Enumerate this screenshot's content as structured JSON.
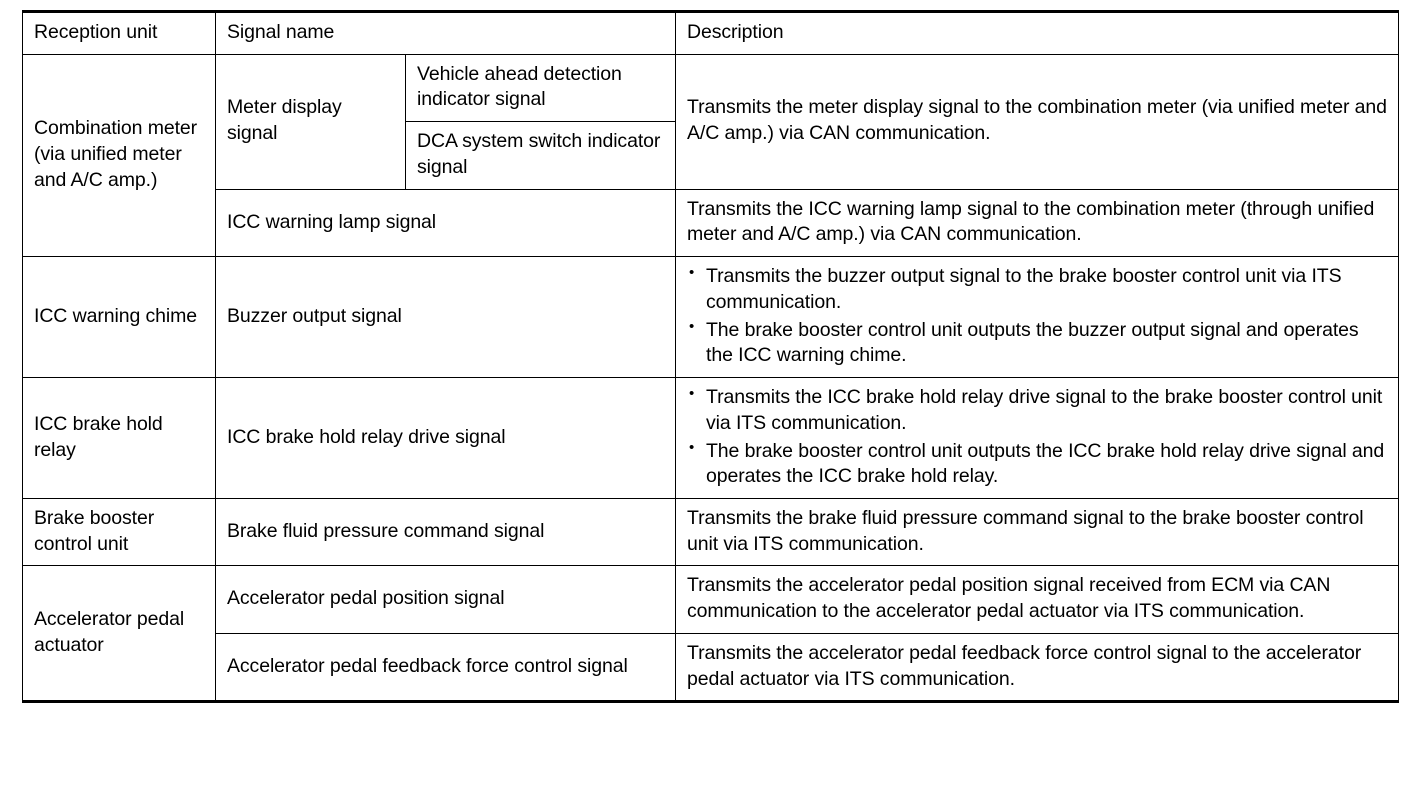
{
  "table": {
    "headers": {
      "reception_unit": "Reception unit",
      "signal_name": "Signal name",
      "description": "Description"
    },
    "rows": [
      {
        "unit": "Combination meter (via unified meter and A/C amp.)",
        "signals": [
          {
            "group": "Meter display signal",
            "sub": "Vehicle ahead detection indicator signal",
            "description": "Transmits the meter display signal to the combination meter (via unified meter and A/C amp.) via CAN communication."
          },
          {
            "group": "Meter display signal",
            "sub": "DCA system switch indicator signal"
          },
          {
            "name": "ICC warning lamp signal",
            "description": "Transmits the ICC warning lamp signal to the combination meter (through unified meter and A/C amp.) via CAN communication."
          }
        ]
      },
      {
        "unit": "ICC warning chime",
        "signals": [
          {
            "name": "Buzzer output signal",
            "bullets": [
              "Transmits the buzzer output signal to the brake booster control unit via ITS communication.",
              "The brake booster control unit outputs the buzzer output signal and operates the ICC warning chime."
            ]
          }
        ]
      },
      {
        "unit": "ICC brake hold relay",
        "signals": [
          {
            "name": "ICC brake hold relay drive signal",
            "bullets": [
              "Transmits the ICC brake hold relay drive signal to the brake booster control unit via ITS communication.",
              "The brake booster control unit outputs the ICC brake hold relay drive signal and operates the ICC brake hold relay."
            ]
          }
        ]
      },
      {
        "unit": "Brake booster control unit",
        "signals": [
          {
            "name": "Brake fluid pressure command signal",
            "description": "Transmits the brake fluid pressure command signal to the brake booster control unit via ITS communication."
          }
        ]
      },
      {
        "unit": "Accelerator pedal actuator",
        "signals": [
          {
            "name": "Accelerator pedal position signal",
            "description": "Transmits the accelerator pedal position signal received from ECM via CAN communication to the accelerator pedal actuator via ITS communication."
          },
          {
            "name": "Accelerator pedal feedback force control signal",
            "description": "Transmits the accelerator pedal feedback force control signal to the accelerator pedal actuator via ITS communication."
          }
        ]
      }
    ]
  }
}
